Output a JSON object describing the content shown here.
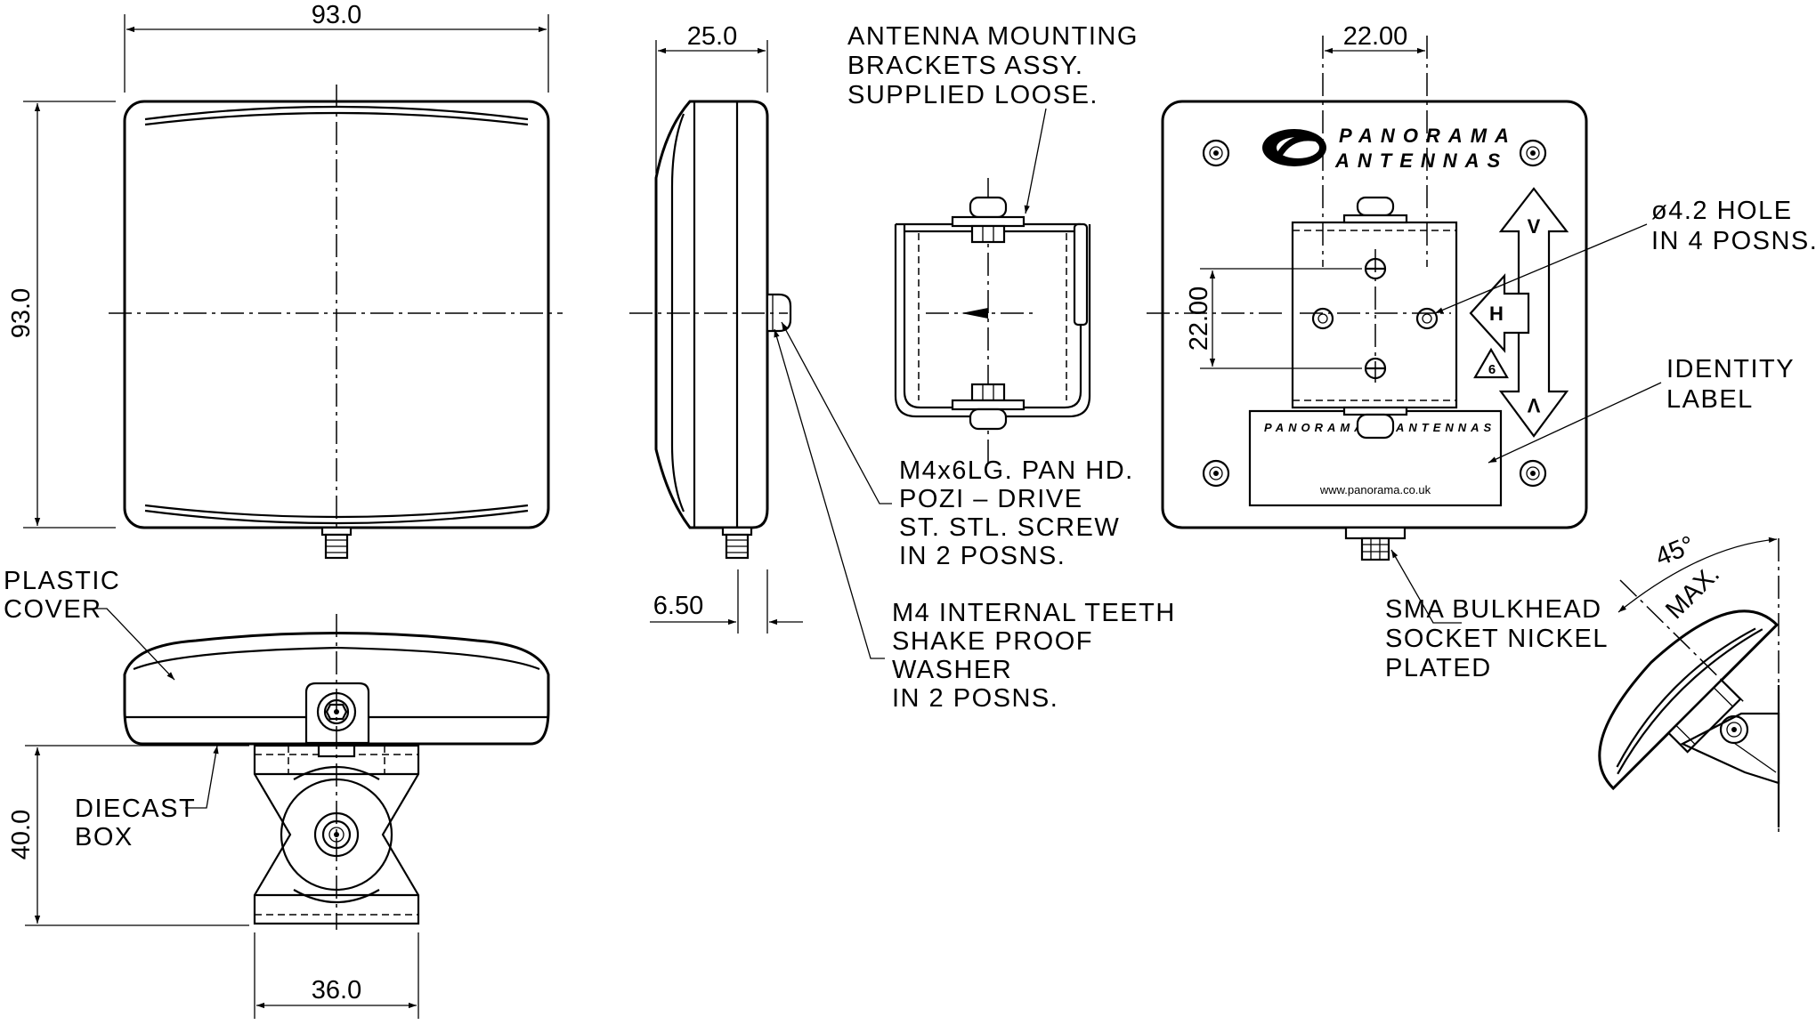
{
  "dimensions": {
    "front_width": "93.0",
    "front_height": "93.0",
    "side_depth": "25.0",
    "connector_offset": "6.50",
    "bracket_height": "40.0",
    "bracket_width": "36.0",
    "rear_hole_spacing_h": "22.00",
    "rear_hole_spacing_v": "22.00",
    "tilt_angle": "45°",
    "tilt_max": "MAX."
  },
  "labels": {
    "mounting_brackets": [
      "ANTENNA MOUNTING",
      "BRACKETS ASSY.",
      "SUPPLIED LOOSE."
    ],
    "screw": [
      "M4x6LG. PAN HD.",
      "POZI – DRIVE",
      "ST. STL. SCREW",
      "IN 2 POSNS."
    ],
    "washer": [
      "M4 INTERNAL TEETH",
      "SHAKE PROOF",
      "WASHER",
      "IN 2 POSNS."
    ],
    "hole": [
      "ø4.2 HOLE",
      "IN 4 POSNS."
    ],
    "identity_label": [
      "IDENTITY",
      "LABEL"
    ],
    "sma": [
      "SMA BULKHEAD",
      "SOCKET NICKEL",
      "PLATED"
    ],
    "plastic_cover": [
      "PLASTIC",
      "COVER"
    ],
    "diecast_box": [
      "DIECAST",
      "BOX"
    ]
  },
  "branding": {
    "line1": "PANORAMA",
    "line2": "ANTENNAS",
    "label_left": "PANORAMA",
    "label_right": "ANTENNAS",
    "url": "www.panorama.co.uk"
  },
  "symbols": {
    "vertical": "V",
    "horizontal": "H",
    "warning_number": "6"
  },
  "icons": {
    "logo": "panorama-logo-icon",
    "polarisation": "polarisation-arrows-icon",
    "warning": "warning-triangle-icon"
  }
}
